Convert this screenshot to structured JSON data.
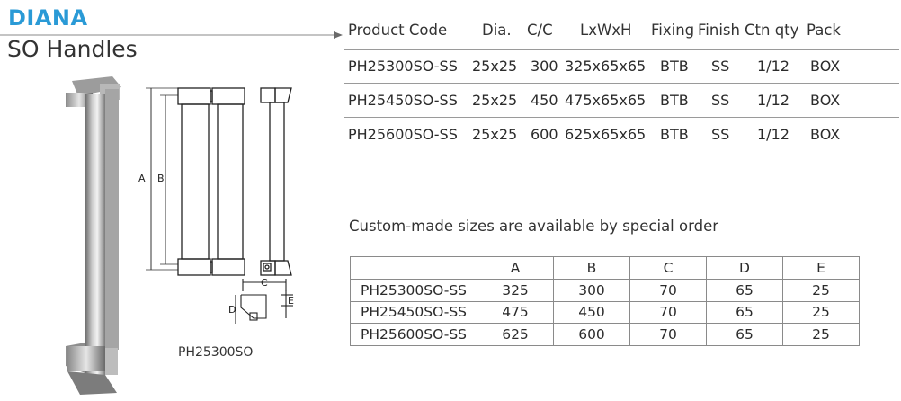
{
  "header": {
    "brand": "DIANA",
    "subtitle": "SO Handles"
  },
  "spec_table": {
    "headers": [
      "Product Code",
      "Dia.",
      "C/C",
      "LxWxH",
      "Fixing",
      "Finish",
      "Ctn qty",
      "Pack"
    ],
    "rows": [
      [
        "PH25300SO-SS",
        "25x25",
        "300",
        "325x65x65",
        "BTB",
        "SS",
        "1/12",
        "BOX"
      ],
      [
        "PH25450SO-SS",
        "25x25",
        "450",
        "475x65x65",
        "BTB",
        "SS",
        "1/12",
        "BOX"
      ],
      [
        "PH25600SO-SS",
        "25x25",
        "600",
        "625x65x65",
        "BTB",
        "SS",
        "1/12",
        "BOX"
      ]
    ]
  },
  "note": "Custom-made sizes are available by special order",
  "dim_table": {
    "headers": [
      "",
      "A",
      "B",
      "C",
      "D",
      "E"
    ],
    "rows": [
      [
        "PH25300SO-SS",
        "325",
        "300",
        "70",
        "65",
        "25"
      ],
      [
        "PH25450SO-SS",
        "475",
        "450",
        "70",
        "65",
        "25"
      ],
      [
        "PH25600SO-SS",
        "625",
        "600",
        "70",
        "65",
        "25"
      ]
    ]
  },
  "drawing": {
    "label_a": "A",
    "label_b": "B",
    "label_c": "C",
    "label_d": "D",
    "label_e": "E",
    "caption": "PH25300SO"
  }
}
